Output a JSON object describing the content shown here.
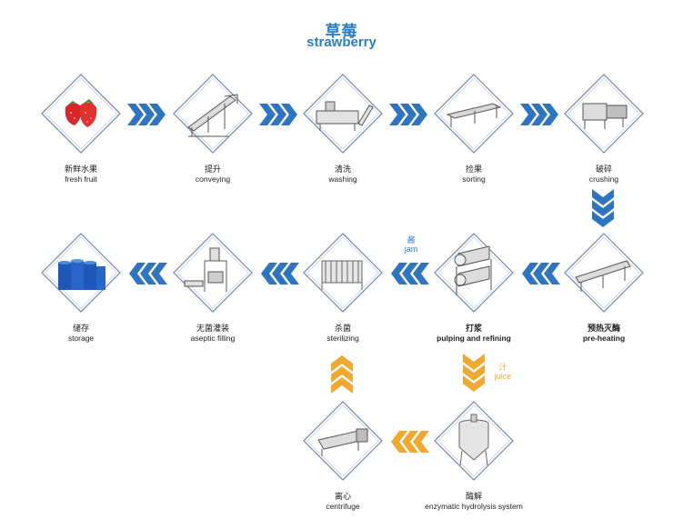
{
  "title": {
    "zh": "草莓",
    "en": "strawberry"
  },
  "colors": {
    "blue": "#2a7ec4",
    "arrow_blue": "#2f74c0",
    "arrow_orange": "#f0a830",
    "frame": "#6d87b0"
  },
  "steps": [
    {
      "zh": "新鲜水果",
      "en": "fresh fruit",
      "icon": "strawberry-icon"
    },
    {
      "zh": "提升",
      "en": "conveying",
      "icon": "elevator-conveyor-icon"
    },
    {
      "zh": "清洗",
      "en": "washing",
      "icon": "washing-machine-icon"
    },
    {
      "zh": "捡果",
      "en": "sorting",
      "icon": "sorting-conveyor-icon"
    },
    {
      "zh": "破碎",
      "en": "crushing",
      "icon": "crusher-icon"
    },
    {
      "zh": "预热灭酶",
      "en": "pre-heating",
      "icon": "preheater-tube-icon"
    },
    {
      "zh": "打浆",
      "en": "pulping and refining",
      "icon": "pulper-icon"
    },
    {
      "zh": "杀菌",
      "en": "sterilizing",
      "icon": "sterilizer-icon"
    },
    {
      "zh": "无菌灌装",
      "en": "aseptic filling",
      "icon": "aseptic-filler-icon"
    },
    {
      "zh": "储存",
      "en": "storage",
      "icon": "storage-drums-icon"
    },
    {
      "zh": "酶解",
      "en": "enzymatic hydrolysis system",
      "icon": "enzyme-tank-icon"
    },
    {
      "zh": "离心",
      "en": "centrifuge",
      "icon": "centrifuge-icon"
    }
  ],
  "branches": {
    "jam": {
      "zh": "酱",
      "en": "jam"
    },
    "juice": {
      "zh": "汁",
      "en": "juice"
    }
  }
}
